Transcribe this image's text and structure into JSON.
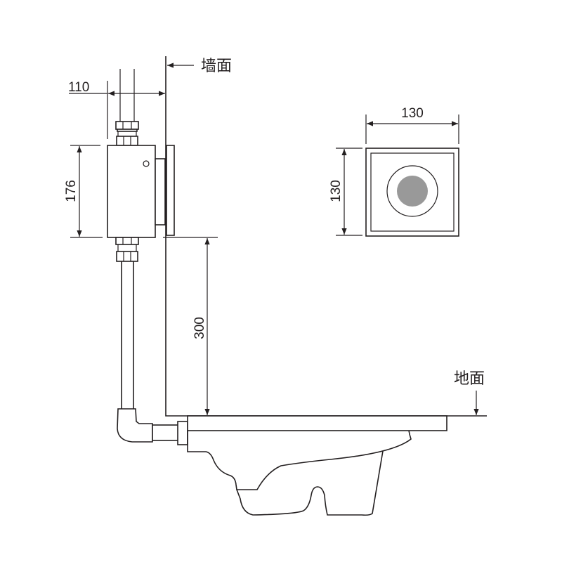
{
  "labels": {
    "wall": "墙面",
    "floor": "地面"
  },
  "dimensions": {
    "depth_from_wall": "110",
    "box_height": "176",
    "height_above_floor": "300",
    "panel_width": "130",
    "panel_height": "130"
  },
  "colors": {
    "line": "#231f20",
    "sensor": "#999999"
  }
}
